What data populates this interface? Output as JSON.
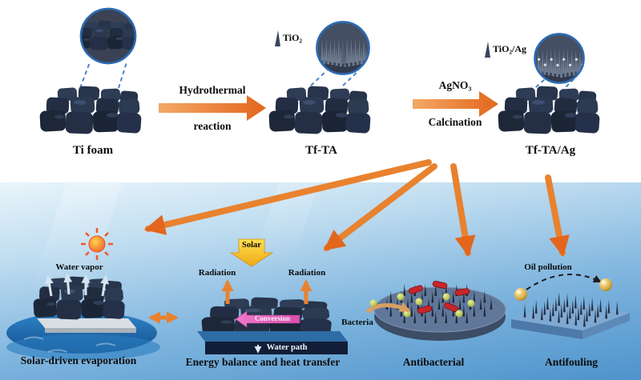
{
  "top": {
    "step1": {
      "label": "Ti foam"
    },
    "step2": {
      "label": "Tf-TA",
      "inset_label": "TiO₂"
    },
    "step3": {
      "label": "Tf-TA/Ag",
      "inset_label": "TiO₂/Ag"
    },
    "arrow1": {
      "line1": "Hydrothermal",
      "line2": "reaction"
    },
    "arrow2": {
      "line1": "AgNO₃",
      "line2": "Calcination"
    }
  },
  "applications": {
    "evaporation": {
      "title": "Solar-driven evaporation",
      "vapor_label": "Water vapor"
    },
    "energy": {
      "title": "Energy balance and heat transfer",
      "solar_label": "Solar",
      "radiation_left_label": "Radiation",
      "radiation_right_label": "Radiation",
      "conversion_label": "Conversion",
      "water_path_label": "Water path"
    },
    "antibacterial": {
      "title": "Antibacterial",
      "bacteria_label": "Bacteria"
    },
    "antifouling": {
      "title": "Antifouling",
      "oil_label": "Oil pollution"
    }
  },
  "colors": {
    "process_arrow": "#e8822f",
    "inset_ring": "#2d6ab2",
    "foam_dark": "#232e44",
    "water_top": "#eaf5fb",
    "water_bottom": "#4e93cc",
    "solar_yellow": "#f6b81e",
    "conversion_pink": "#d94fae",
    "bacteria_red": "#c6262a",
    "bacteria_green": "#b9c64a",
    "gold": "#ddb14f"
  }
}
